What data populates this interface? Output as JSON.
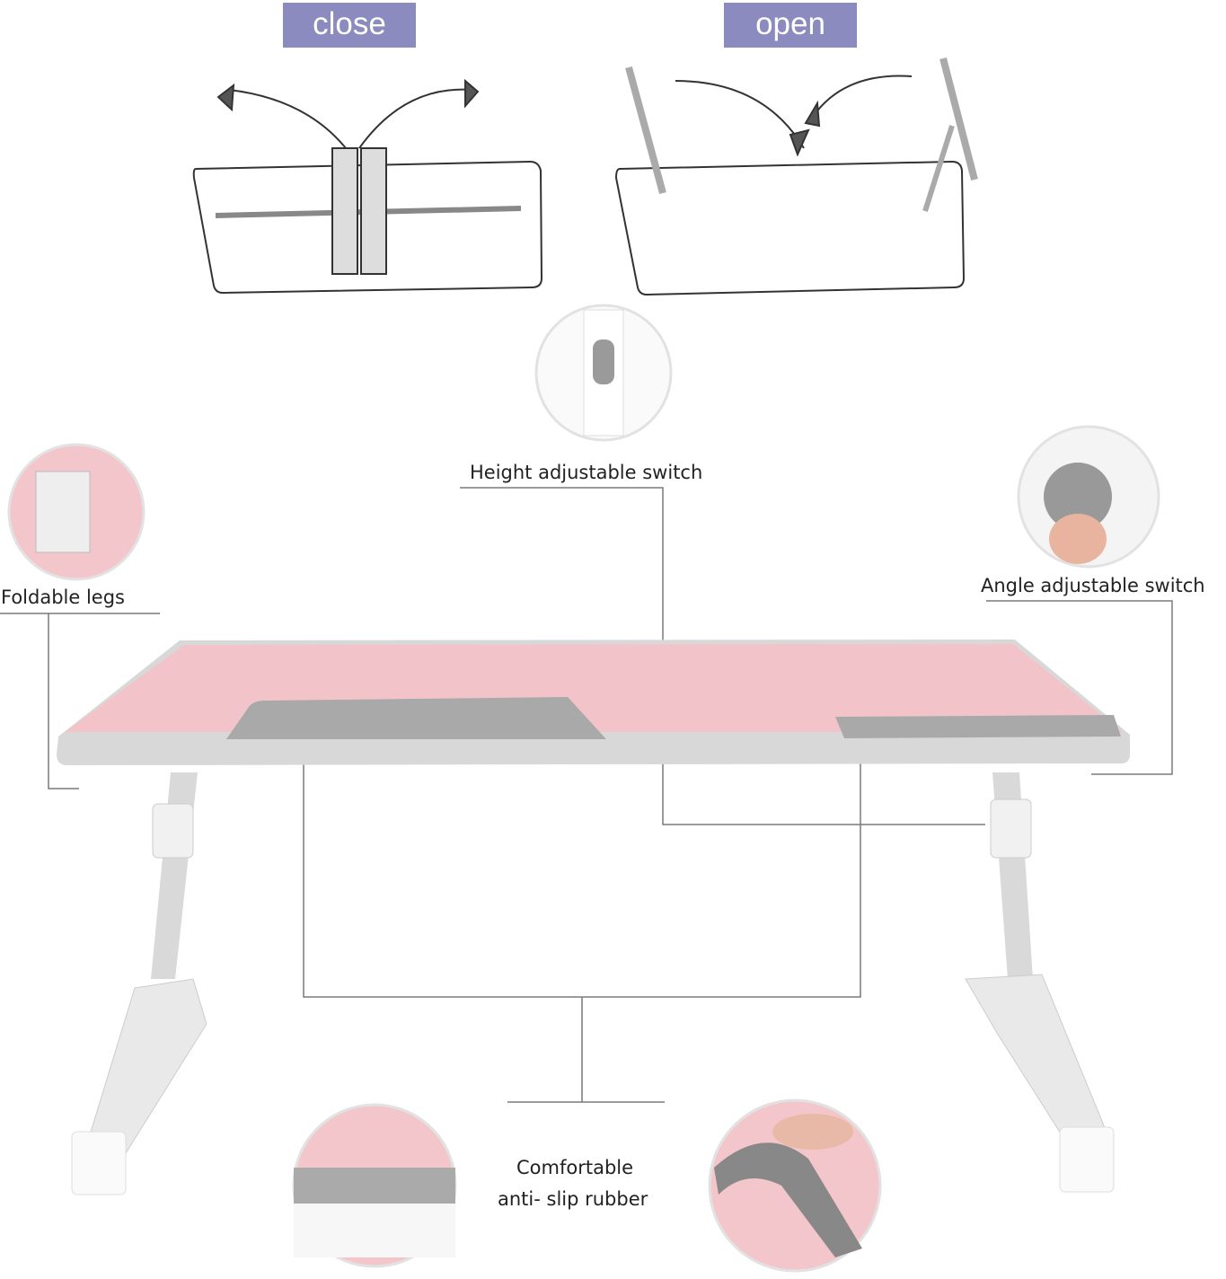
{
  "states": {
    "close": "close",
    "open": "open"
  },
  "labels": {
    "height_switch": "Height adjustable switch",
    "foldable_legs": "Foldable legs",
    "angle_switch": "Angle adjustable switch",
    "rubber_line1": "Comfortable",
    "rubber_line2": "anti- slip rubber"
  },
  "colors": {
    "tag": "#8b8bbf",
    "tabletop": "#f2c4c9",
    "frame": "#d8d8d8",
    "line": "#7a7a7a"
  }
}
